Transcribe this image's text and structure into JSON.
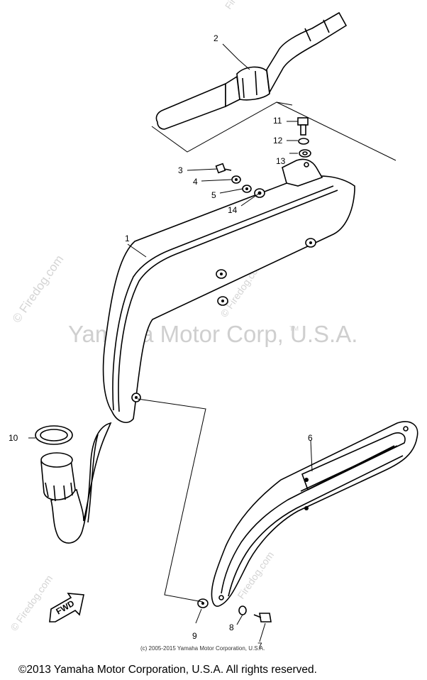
{
  "watermarks": {
    "site": "© Firedog.com",
    "site_short": "Firedog.com",
    "center": "Yamaha Motor Corp, U.S.A.",
    "tm": "TM"
  },
  "callouts": [
    "1",
    "2",
    "3",
    "4",
    "5",
    "6",
    "7",
    "8",
    "9",
    "10",
    "11",
    "12",
    "13",
    "14"
  ],
  "direction_label": "FWD",
  "copyright_small": "(c) 2005-2015 Yamaha Motor Corporation, U.S.A.",
  "copyright_footer": "©2013 Yamaha Motor Corporation, U.S.A. All rights reserved."
}
